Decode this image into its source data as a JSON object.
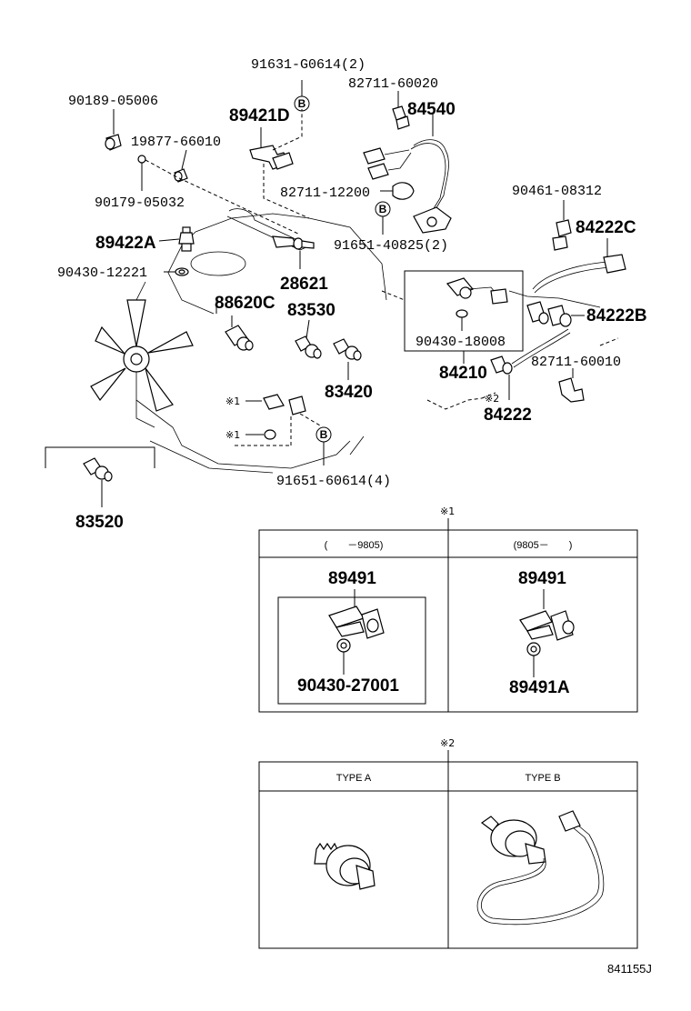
{
  "parts": {
    "p90189": "90189-05006",
    "p91631": "91631-G0614(2)",
    "p82711a": "82711-60020",
    "p84540": "84540",
    "p89421d": "89421D",
    "p19877": "19877-66010",
    "p90179": "90179-05032",
    "p82711b": "82711-12200",
    "p90461": "90461-08312",
    "p84222c": "84222C",
    "p89422a": "89422A",
    "p91651a": "91651-40825(2)",
    "p90430a": "90430-12221",
    "p28621": "28621",
    "p88620c": "88620C",
    "p83530": "83530",
    "p84222b": "84222B",
    "p90430b": "90430-18008",
    "p84210": "84210",
    "p82711c": "82711-60010",
    "p83420": "83420",
    "p84222": "84222",
    "p91651b": "91651-60614(4)",
    "p83520": "83520"
  },
  "markers": {
    "b": "B",
    "note1": "※1",
    "note2": "※2"
  },
  "table1": {
    "title": "※1",
    "col1_header": "(　　－9805)",
    "col2_header": "(9805－　　)",
    "col1_part": "89491",
    "col1_sub": "90430-27001",
    "col2_part": "89491",
    "col2_sub": "89491A"
  },
  "table2": {
    "title": "※2",
    "col1_header": "TYPE A",
    "col2_header": "TYPE B"
  },
  "footer": {
    "code": "841155J"
  }
}
